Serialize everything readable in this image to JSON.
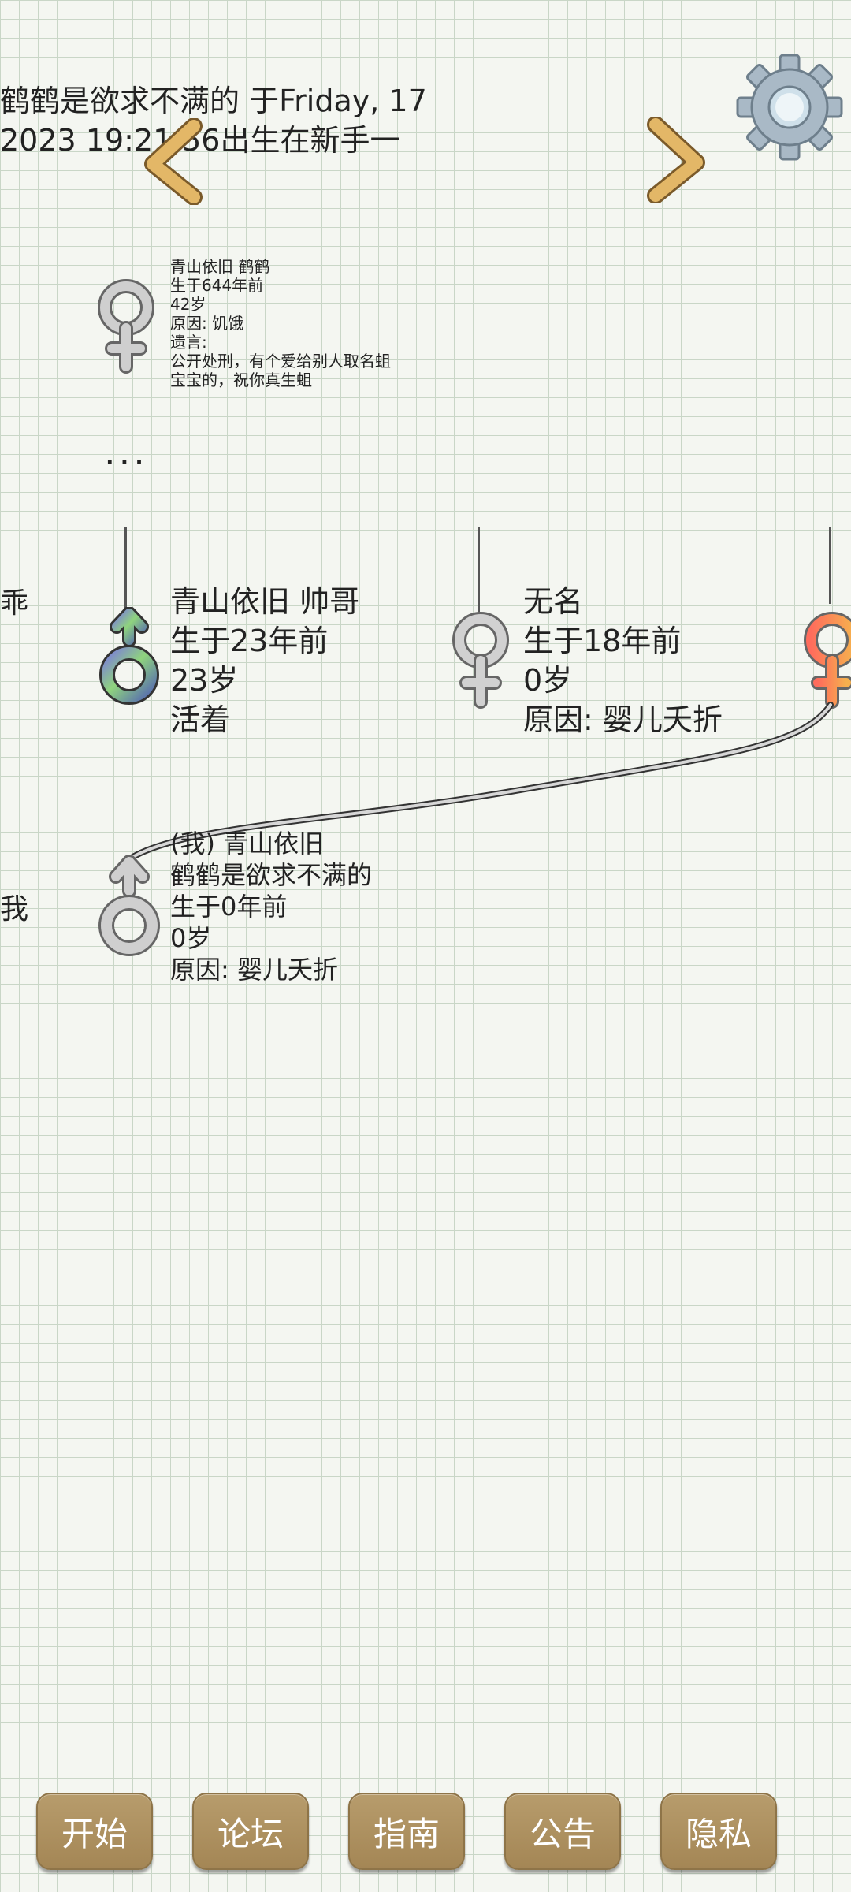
{
  "header": {
    "line1": "鹤鹤是欲求不满的 于Friday, 17",
    "line2": "2023 19:21:56出生在新手一"
  },
  "icons": {
    "prev": "chevron-left-icon",
    "next": "chevron-right-icon",
    "settings": "gear-icon",
    "female": "female-symbol-icon",
    "male": "male-symbol-icon"
  },
  "colors": {
    "button": "#a98b5a",
    "arrow": "#e3b767",
    "gear": "#a9b9c6",
    "symbol_silver": "#c9c9c9"
  },
  "ancestor": {
    "name": "青山依旧 鹤鹤",
    "born": "生于644年前",
    "age": "42岁",
    "cause": "原因: 饥饿",
    "will_label": "遗言:",
    "will_line1": "公开处刑，有个爱给别人取名蛆",
    "will_line2": "宝宝的，祝你真生蛆"
  },
  "ellipsis": "...",
  "left_edge": {
    "text1": "乖",
    "text2": "我"
  },
  "parents": [
    {
      "name": "青山依旧 帅哥",
      "born": "生于23年前",
      "age": "23岁",
      "status": "活着"
    },
    {
      "name": "无名",
      "born": "生于18年前",
      "age": "0岁",
      "cause": "原因: 婴儿夭折"
    }
  ],
  "me": {
    "prefix": "(我) 青山依旧",
    "name": "鹤鹤是欲求不满的",
    "born": "生于0年前",
    "age": "0岁",
    "cause": "原因: 婴儿夭折"
  },
  "bottom_nav": [
    "开始",
    "论坛",
    "指南",
    "公告",
    "隐私"
  ]
}
